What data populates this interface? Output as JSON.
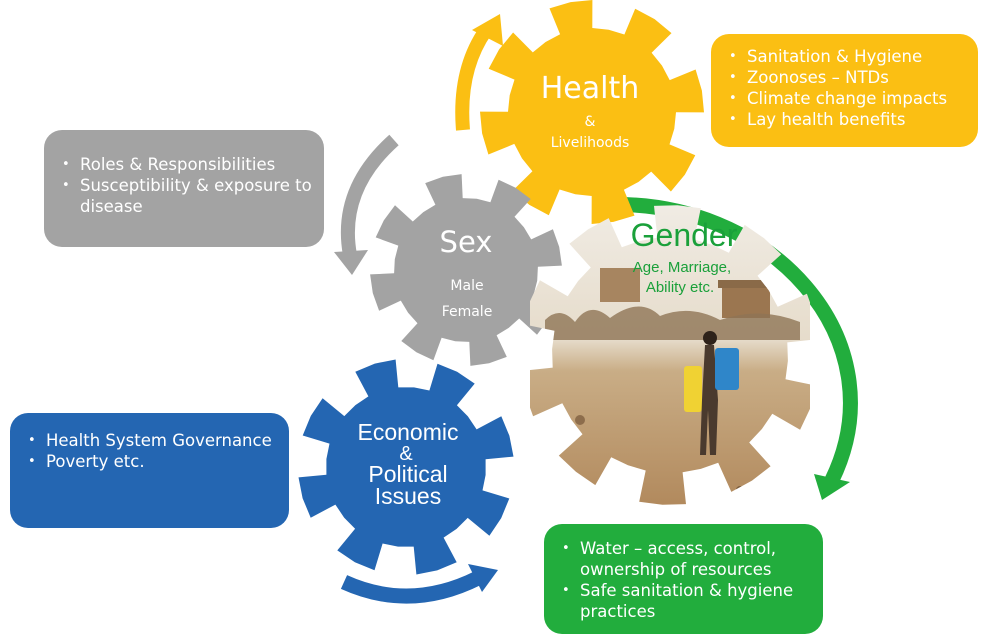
{
  "health_gear": {
    "title": "Health",
    "amp": "&",
    "sub": "Livelihoods",
    "color": "#fbbf13"
  },
  "sex_gear": {
    "title": "Sex",
    "line1": "Male",
    "line2": "Female",
    "color": "#a3a3a3"
  },
  "gender_gear": {
    "title": "Gender",
    "line1": "Age, Marriage,",
    "line2": "Ability etc.",
    "text_color": "#1aa03a"
  },
  "econ_gear": {
    "line1": "Economic",
    "line2": "&",
    "line3": "Political",
    "line4": "Issues",
    "color": "#2466b2"
  },
  "boxes": {
    "health": {
      "items": [
        "Sanitation & Hygiene",
        "Zoonoses – NTDs",
        "Climate change impacts",
        "Lay health benefits"
      ]
    },
    "sex": {
      "items": [
        "Roles & Responsibilities",
        "Susceptibility & exposure to disease"
      ]
    },
    "econ": {
      "items": [
        "Health System Governance",
        "Poverty etc."
      ]
    },
    "water": {
      "items": [
        "Water – access, control, ownership of resources",
        "Safe sanitation & hygiene practices"
      ]
    }
  },
  "colors": {
    "yellow": "#fbbf13",
    "grey": "#a3a3a3",
    "blue": "#2466b2",
    "green": "#22ad3d"
  }
}
